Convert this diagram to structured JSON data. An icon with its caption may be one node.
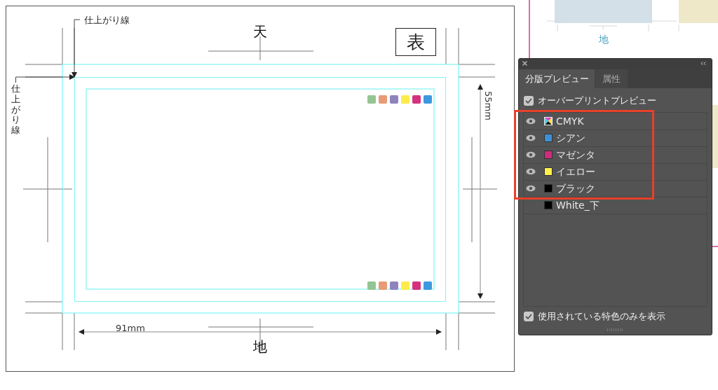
{
  "diagram": {
    "nodes": [
      {
        "text": [
          "仕上がり線"
        ]
      },
      {
        "text": [
          "仕上がり線"
        ]
      },
      {
        "text": [],
        "shape": "box"
      },
      {
        "text": [
          "表"
        ]
      }
    ],
    "edges": [
      {
        "from": 0,
        "to": 2,
        "arrow": "to"
      },
      {
        "from": 1,
        "to": 2,
        "arrow": "to"
      }
    ],
    "labels": [
      "天",
      "91mm",
      "地",
      "55mm",
      "分版プレビュー",
      "属性",
      "オーバープリントプレビュー",
      "使用されている特色のみを表示",
      "地"
    ],
    "legend": [
      {
        "text": "CMYK"
      },
      {
        "text": "シアン",
        "color": "#3d8fd6"
      },
      {
        "text": "マゼンタ",
        "color": "#d02a7d"
      },
      {
        "text": "イエロー",
        "color": "#fff04a"
      },
      {
        "text": "ブラック",
        "color": "#000000"
      },
      {
        "text": "White_下",
        "color": "#000000"
      }
    ]
  }
}
